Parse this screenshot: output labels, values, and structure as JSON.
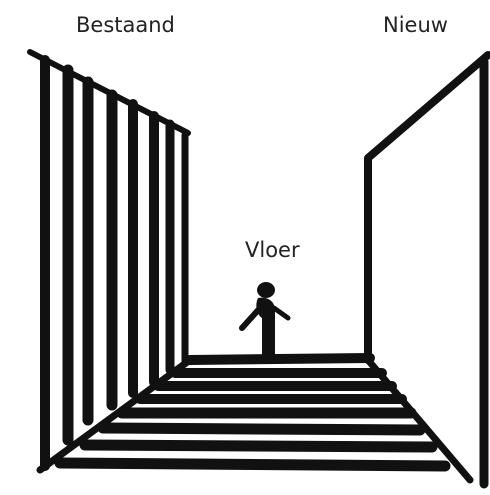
{
  "labels": {
    "existing_wall": "Bestaand",
    "new_wall": "Nieuw",
    "floor": "Vloer"
  },
  "colors": {
    "ink": "#111111",
    "paper": "#ffffff",
    "text": "#222222"
  }
}
